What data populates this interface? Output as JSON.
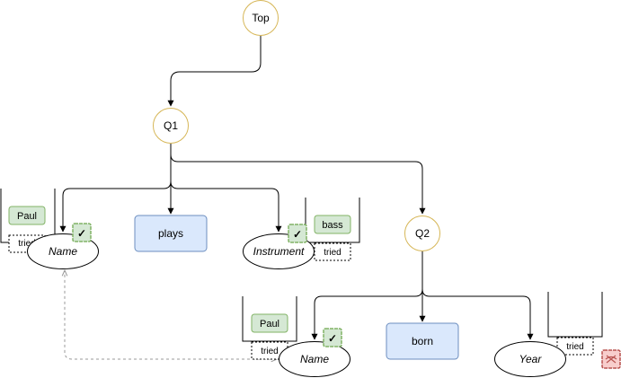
{
  "colors": {
    "q_node_stroke": "#d6b656",
    "q_node_fill": "#ffffff",
    "relation_fill": "#dae8fc",
    "relation_stroke": "#6c8ebf",
    "value_fill": "#d5e8d4",
    "value_stroke": "#82b366",
    "check_fill": "#d5e8d4",
    "check_stroke": "#82b366",
    "fail_fill": "#f8cecc",
    "fail_stroke": "#b85450",
    "edge": "#000000",
    "dashed_edge": "#999999"
  },
  "nodes": {
    "top": "Top",
    "q1": "Q1",
    "q2": "Q2"
  },
  "relations": {
    "plays": "plays",
    "born": "born"
  },
  "variables": {
    "name_q1": "Name",
    "instrument": "Instrument",
    "name_q2": "Name",
    "year": "Year"
  },
  "stacks": {
    "name_q1": {
      "value": "Paul",
      "tried": "tried"
    },
    "instrument": {
      "value": "bass",
      "tried": "tried"
    },
    "name_q2": {
      "value": "Paul",
      "tried": "tried"
    },
    "year": {
      "tried": "tried"
    }
  },
  "marks": {
    "check": "✓"
  },
  "icons": {
    "check_badge": "check-badge-icon",
    "fail_badge": "cross-badge-icon"
  }
}
